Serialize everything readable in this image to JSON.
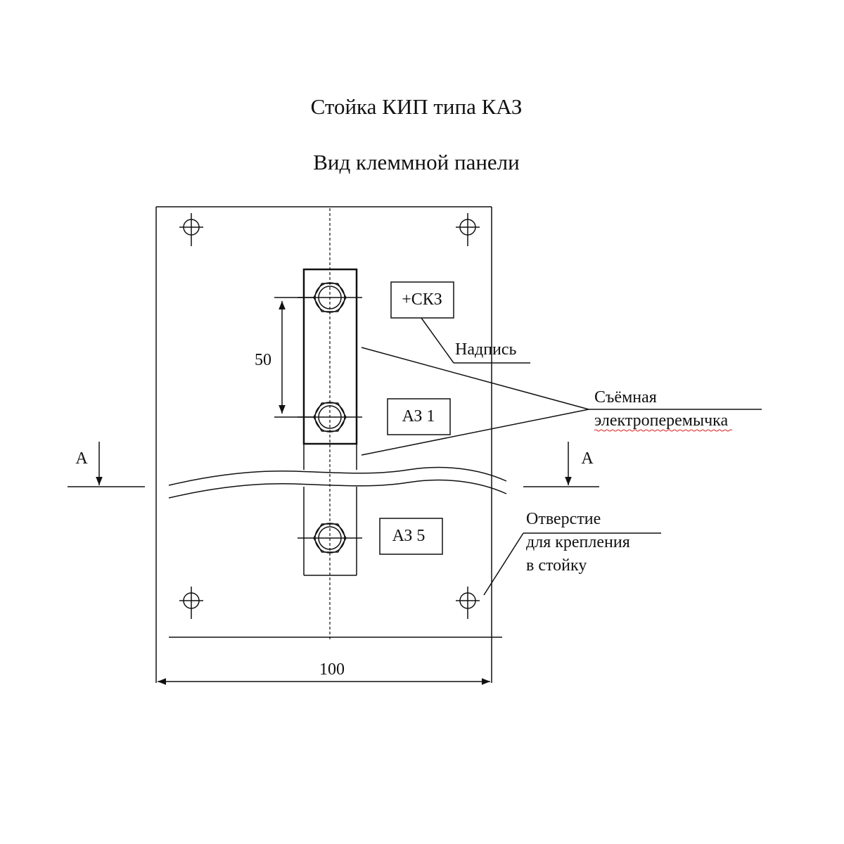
{
  "title": "Стойка КИП типа КАЗ",
  "subtitle": "Вид клеммной панели",
  "terminals": [
    {
      "label": "+СКЗ"
    },
    {
      "label": "АЗ 1"
    },
    {
      "label": "АЗ 5"
    }
  ],
  "dimensions": {
    "spacing": "50",
    "width": "100"
  },
  "section": {
    "left": "А",
    "right": "А"
  },
  "callouts": {
    "inscription": "Надпись",
    "jumper_line1": "Съёмная",
    "jumper_line2": "электроперемычка",
    "hole_line1": "Отверстие",
    "hole_line2": "для крепления",
    "hole_line3": "в стойку"
  }
}
